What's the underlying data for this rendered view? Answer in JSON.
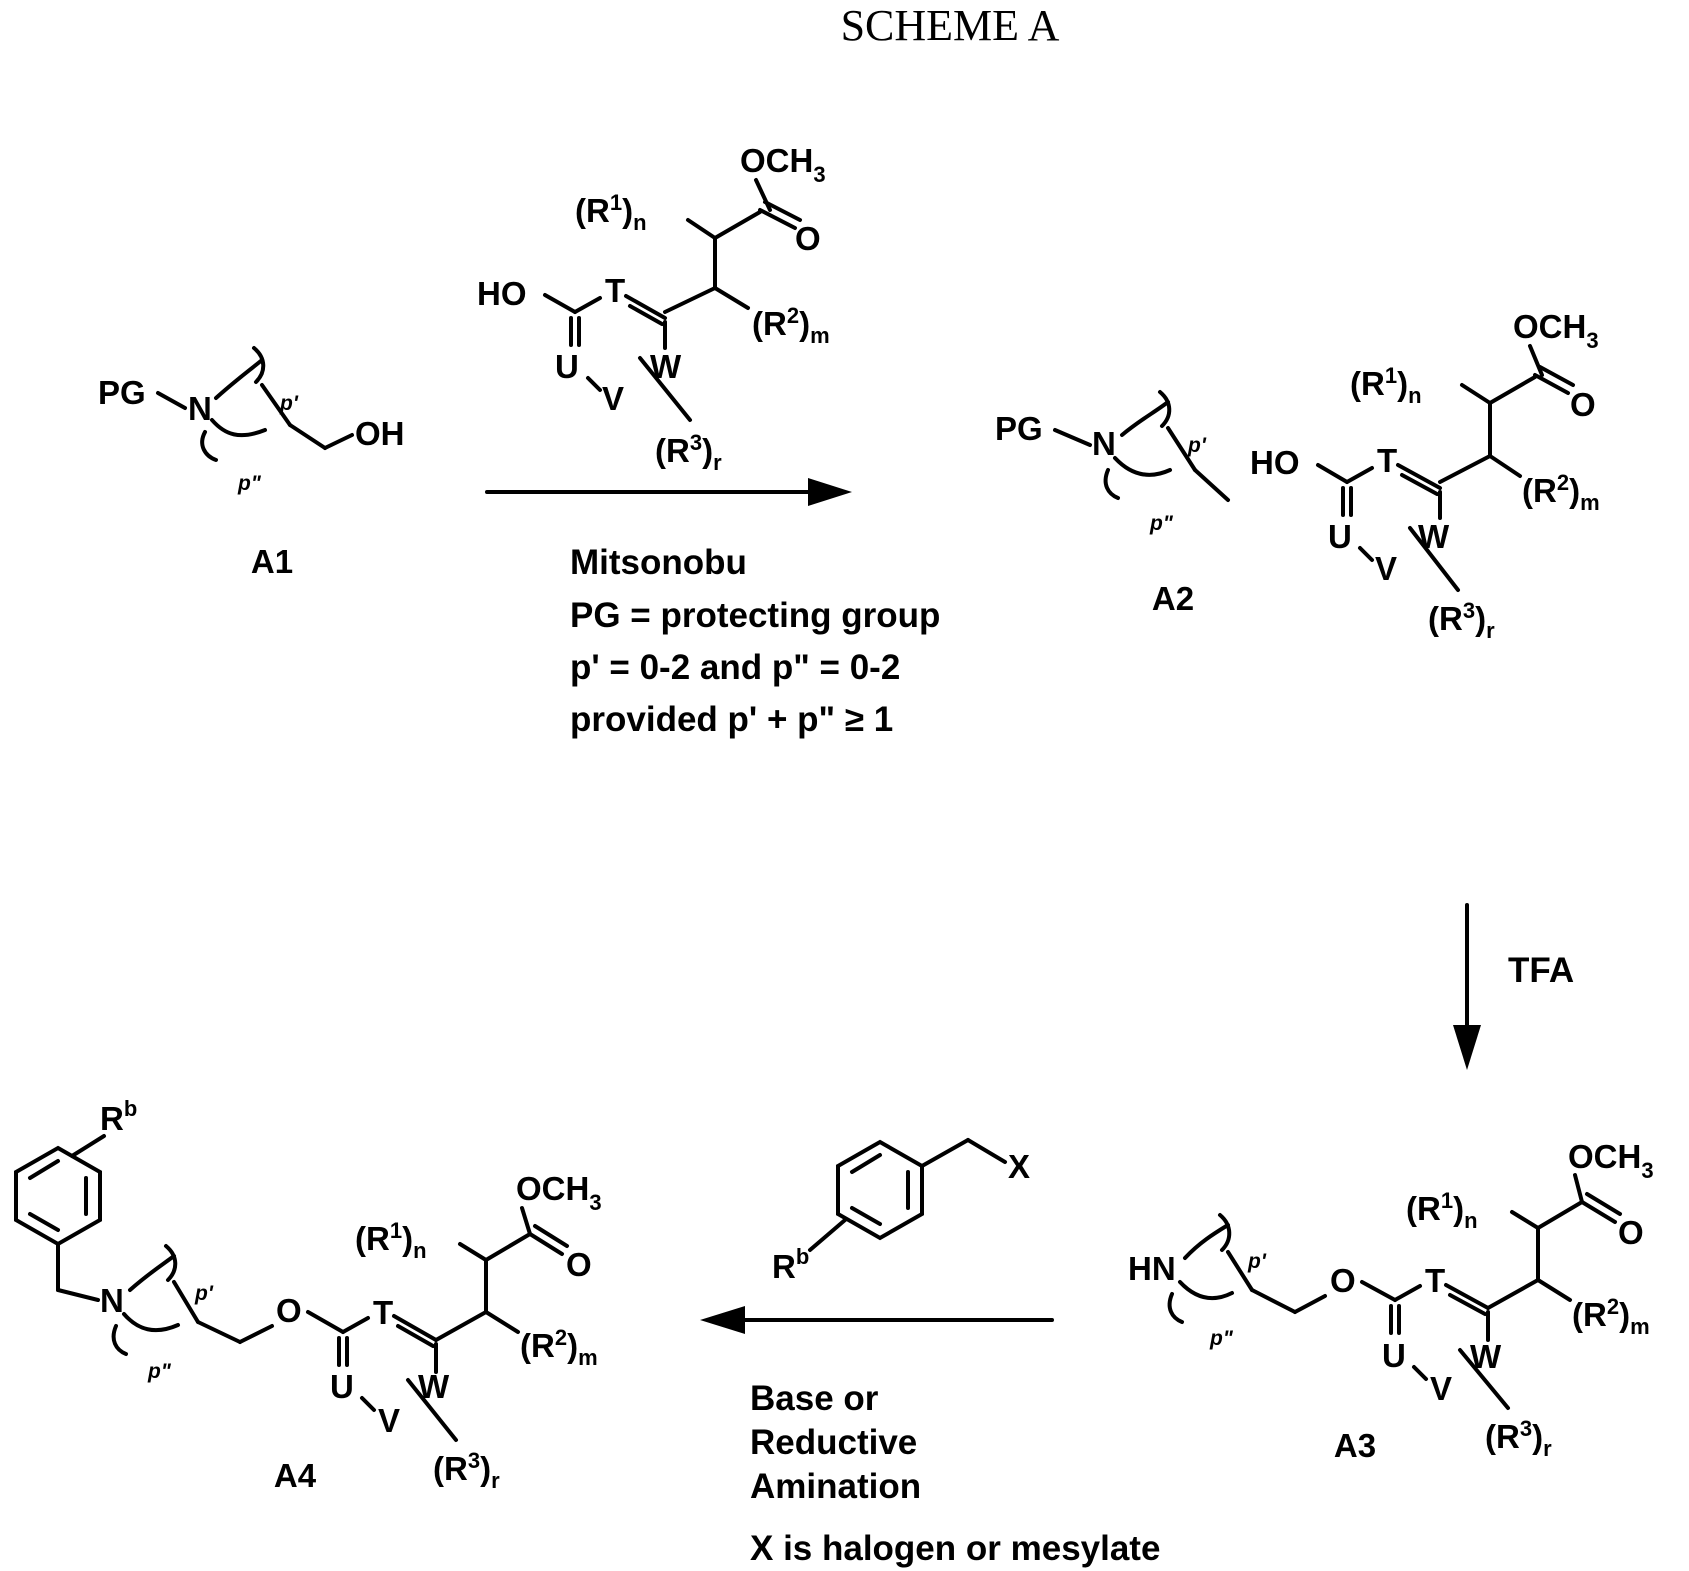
{
  "title": "SCHEME A",
  "compounds": {
    "a1": "A1",
    "a2": "A2",
    "a3": "A3",
    "a4": "A4"
  },
  "atoms": {
    "pg": "PG",
    "n": "N",
    "hn": "HN",
    "oh": "OH",
    "ho": "HO",
    "o": "O",
    "och3": "OCH",
    "och3_sub": "3",
    "t": "T",
    "u": "U",
    "v": "V",
    "w": "W",
    "x": "X",
    "r_paren_open": "(R",
    "paren_close": ")",
    "r1_sup": "1",
    "r2_sup": "2",
    "r3_sup": "3",
    "n_sub": "n",
    "m_sub": "m",
    "r_sub": "r",
    "rb": "R",
    "rb_sup": "b",
    "p_prime": "p'",
    "p_dprime": "p\""
  },
  "conditions": {
    "step1": [
      "Mitsonobu",
      "PG = protecting group",
      "p' = 0-2 and p\" = 0-2",
      "provided p' + p\" ≥ 1"
    ],
    "step2": "TFA",
    "step3": [
      "Base or",
      "Reductive",
      "Amination"
    ],
    "step3_note": "X is halogen or mesylate"
  }
}
